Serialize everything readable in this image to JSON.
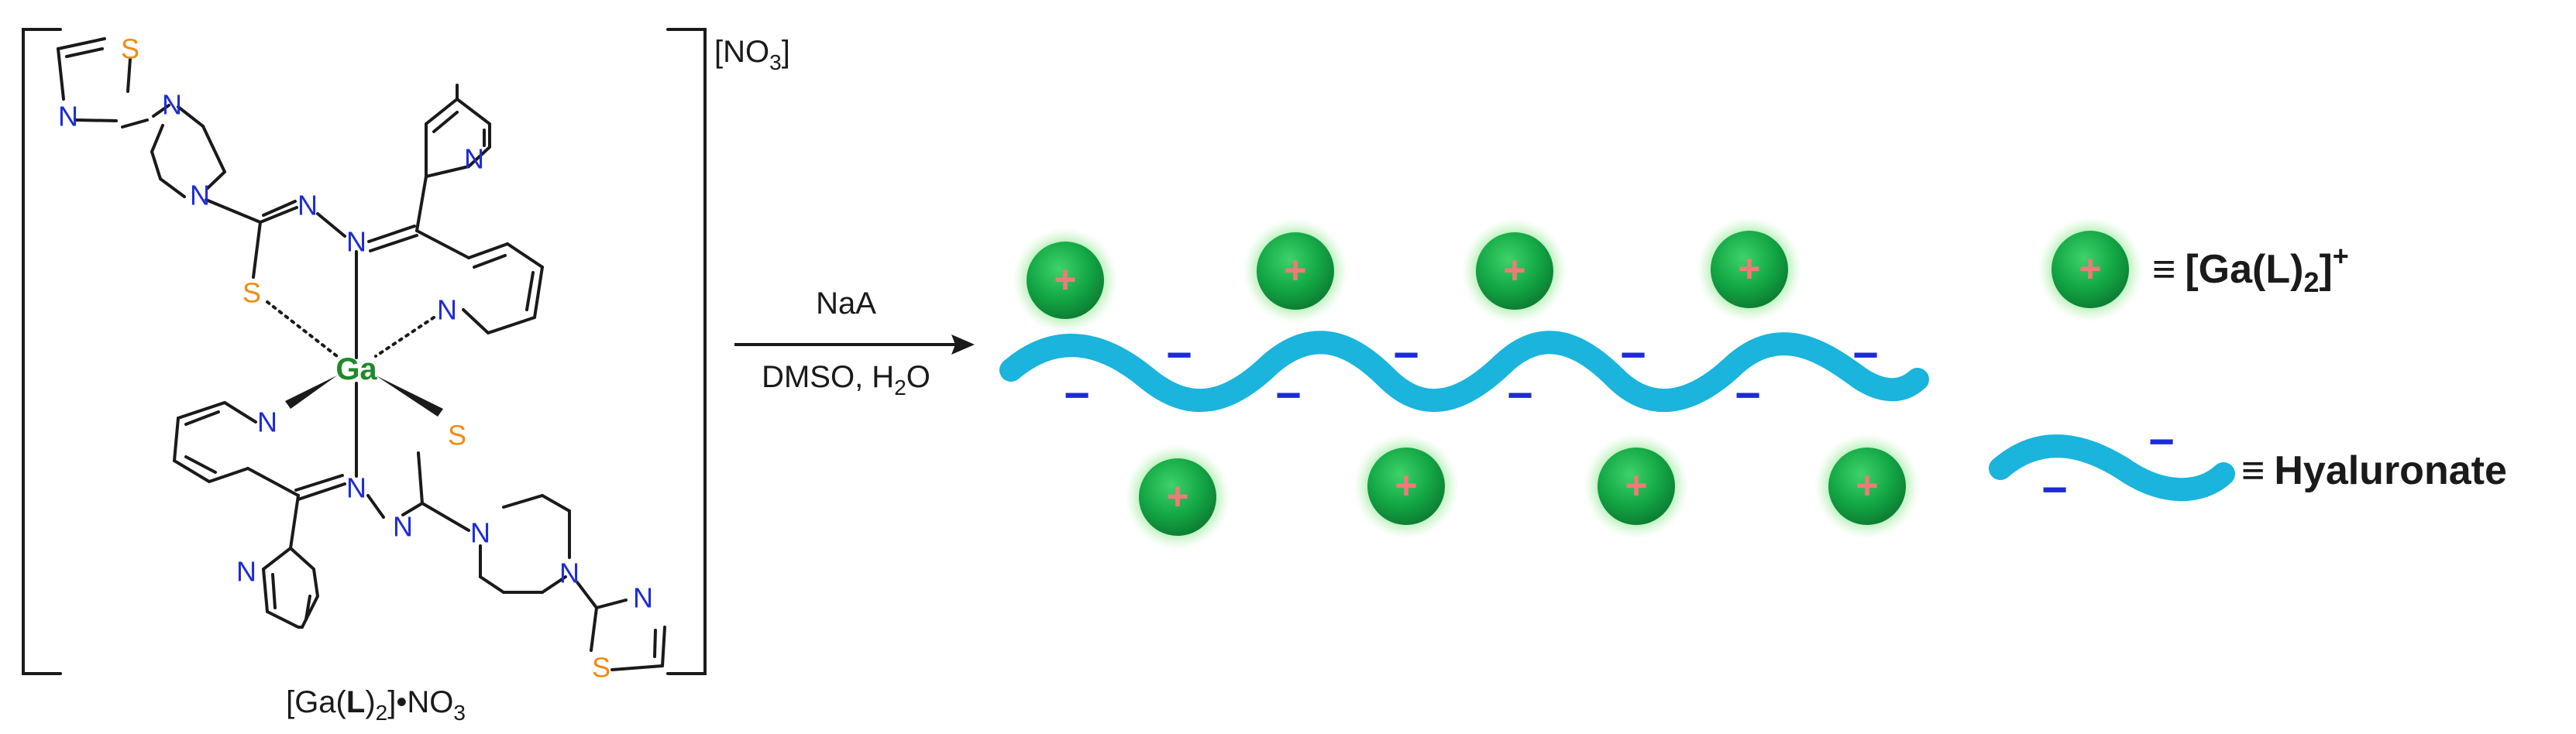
{
  "colors": {
    "bond": "#1a1a1a",
    "nitrogen": "#1c2bd6",
    "sulfur": "#f08c12",
    "gallium": "#1e8a2a",
    "cation": "#17b14a",
    "cation_glow": "#7be07f",
    "plus_sign": "#f07a7a",
    "chain": "#1ab4dc",
    "minus_sign": "#1c2bd6"
  },
  "atoms": {
    "nitrogen": "N",
    "sulfur": "S",
    "gallium": "Ga"
  },
  "counter_ion": {
    "open": "[NO",
    "sub": "3",
    "close": "]"
  },
  "compound_label": {
    "open": "[Ga(",
    "bold": "L",
    "mid": ")",
    "sub": "2",
    "close": "]•NO",
    "sub2": "3"
  },
  "reaction": {
    "reagent": "NaA",
    "solvent": "DMSO, H",
    "solvent_sub": "2",
    "solvent_end": "O"
  },
  "signs": {
    "plus": "+",
    "minus": "−"
  },
  "legend": {
    "equiv": "≡",
    "cation": {
      "open": "[Ga(L)",
      "sub": "2",
      "close": "]",
      "sup": "+"
    },
    "chain": "Hyaluronate"
  }
}
